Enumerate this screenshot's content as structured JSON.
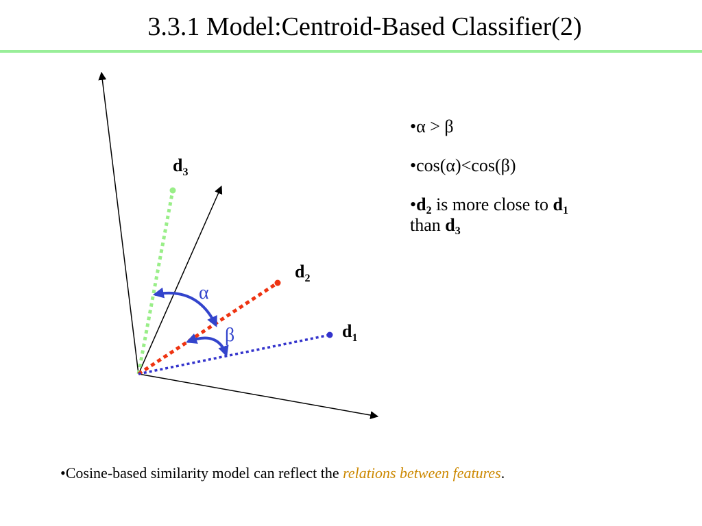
{
  "title": "3.3.1 Model:Centroid-Based Classifier(2)",
  "colors": {
    "rule": "#99ee99",
    "d1": "#3333cc",
    "d2": "#ee3311",
    "d3": "#99ee88",
    "arc": "#3344cc",
    "axis": "#000000",
    "highlight": "#cc8800"
  },
  "diagram": {
    "vectors": {
      "d1": {
        "name": "d",
        "sub": "1"
      },
      "d2": {
        "name": "d",
        "sub": "2"
      },
      "d3": {
        "name": "d",
        "sub": "3"
      }
    },
    "angles": {
      "alpha": "α",
      "beta": "β"
    }
  },
  "bullets": {
    "b1": {
      "bullet": "•",
      "text": "α > β"
    },
    "b2": {
      "bullet": "•",
      "text": "cos(α)<cos(β)"
    },
    "b3": {
      "bullet": "•",
      "v1": "d",
      "v1_sub": "2",
      "mid": " is more close to ",
      "v2": "d",
      "v2_sub": "1",
      "tail": "than ",
      "v3": "d",
      "v3_sub": "3"
    }
  },
  "footer": {
    "bullet": "•",
    "text": "Cosine-based similarity model can reflect the ",
    "highlight": "relations between features",
    "end": "."
  }
}
